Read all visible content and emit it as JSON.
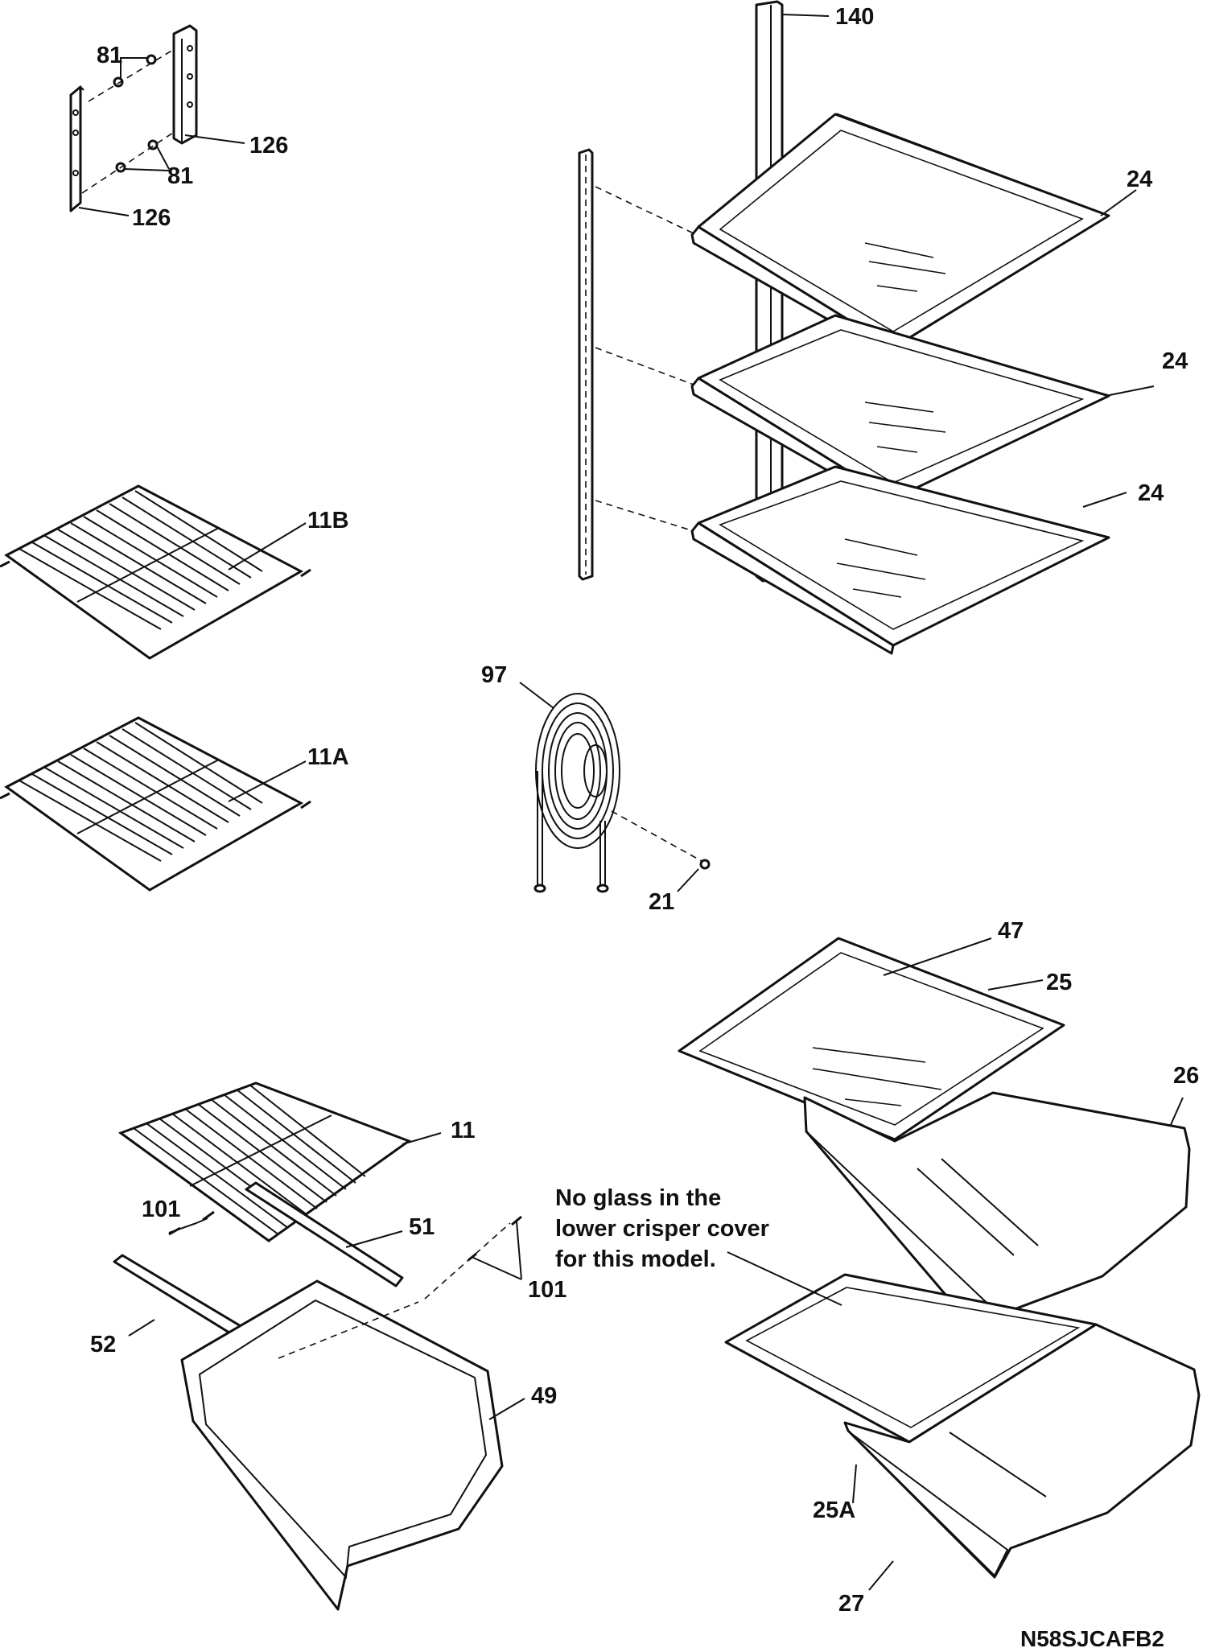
{
  "diagram": {
    "labels": {
      "l140": "140",
      "l81a": "81",
      "l81b": "81",
      "l126a": "126",
      "l126b": "126",
      "l24a": "24",
      "l24b": "24",
      "l24c": "24",
      "l11b": "11B",
      "l11a": "11A",
      "l97": "97",
      "l21": "21",
      "l47": "47",
      "l25": "25",
      "l26": "26",
      "l11": "11",
      "l101a": "101",
      "l101b": "101",
      "l51": "51",
      "l52": "52",
      "l49": "49",
      "l25a": "25A",
      "l27": "27"
    },
    "note": {
      "line1": "No glass in the",
      "line2": "lower crisper cover",
      "line3": "for this model."
    },
    "model_code": "N58SJCAFB2"
  }
}
